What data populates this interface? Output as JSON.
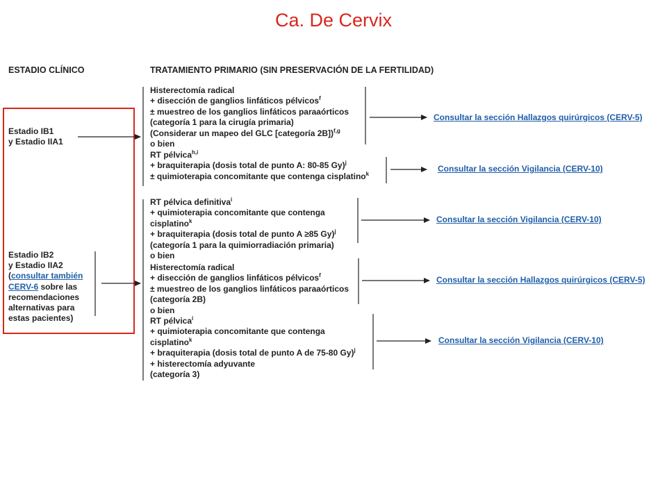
{
  "title": "Ca. De Cervix",
  "headers": {
    "stage": "ESTADIO CLÍNICO",
    "treatment": "TRATAMIENTO PRIMARIO (SIN PRESERVACIÓN DE LA FERTILIDAD)"
  },
  "stage1": {
    "line1": "Estadio IB1",
    "line2": "y Estadio IIA1"
  },
  "stage2": {
    "line1": "Estadio IB2",
    "line2": "y Estadio IIA2",
    "paren_open": "(",
    "link_part1": "consultar también",
    "link_part2": "CERV-6",
    "after_link": " sobre las",
    "line5": "recomendaciones",
    "line6": "alternativas para",
    "line7": "estas pacientes)"
  },
  "blocks": [
    {
      "lines": [
        {
          "text": "Histerectomía radical",
          "sup": ""
        },
        {
          "text": "+ disección de ganglios linfáticos pélvicos",
          "sup": "f"
        },
        {
          "text": "± muestreo de los ganglios linfáticos paraaórticos",
          "sup": ""
        },
        {
          "text": "(categoría 1 para la cirugía primaria)",
          "sup": ""
        },
        {
          "text": "(Considerar un mapeo del GLC [categoría 2B])",
          "sup": "f,g"
        },
        {
          "text": "o bien",
          "sup": ""
        }
      ],
      "link": "Consultar la sección Hallazgos quirúrgicos (CERV-5)"
    },
    {
      "lines": [
        {
          "text": "RT pélvica",
          "sup": "h,i"
        },
        {
          "text": "+ braquiterapia (dosis total de punto A: 80-85 Gy)",
          "sup": "j"
        },
        {
          "text": "± quimioterapia concomitante que contenga cisplatino",
          "sup": "k"
        }
      ],
      "link": "Consultar la sección Vigilancia (CERV-10)"
    },
    {
      "lines": [
        {
          "text": "RT pélvica definitiva",
          "sup": "i"
        },
        {
          "text": "+ quimioterapia concomitante que contenga",
          "sup": ""
        },
        {
          "text": "cisplatino",
          "sup": "k"
        },
        {
          "text": "+ braquiterapia (dosis total de punto A ≥85 Gy)",
          "sup": "j"
        },
        {
          "text": "(categoría 1 para la quimiorradiación primaria)",
          "sup": ""
        },
        {
          "text": "o bien",
          "sup": ""
        }
      ],
      "link": "Consultar la sección Vigilancia (CERV-10)"
    },
    {
      "lines": [
        {
          "text": "Histerectomía radical",
          "sup": ""
        },
        {
          "text": "+ disección de ganglios linfáticos pélvicos",
          "sup": "f"
        },
        {
          "text": "± muestreo de los ganglios linfáticos paraaórticos",
          "sup": ""
        },
        {
          "text": "(categoría 2B)",
          "sup": ""
        },
        {
          "text": "o bien",
          "sup": ""
        }
      ],
      "link": "Consultar la sección Hallazgos quirúrgicos (CERV-5)"
    },
    {
      "lines": [
        {
          "text": "RT pélvica",
          "sup": "i"
        },
        {
          "text": "+ quimioterapia concomitante que contenga",
          "sup": ""
        },
        {
          "text": "cisplatino",
          "sup": "k"
        },
        {
          "text": "+ braquiterapia (dosis total de punto A de 75-80 Gy)",
          "sup": "j"
        },
        {
          "text": "+ histerectomía adyuvante",
          "sup": ""
        },
        {
          "text": "(categoría 3)",
          "sup": ""
        }
      ],
      "link": "Consultar la sección Vigilancia (CERV-10)"
    }
  ],
  "colors": {
    "title": "#d9261c",
    "highlight_box": "#d9261c",
    "link": "#1f5ea8",
    "text": "#222222"
  }
}
